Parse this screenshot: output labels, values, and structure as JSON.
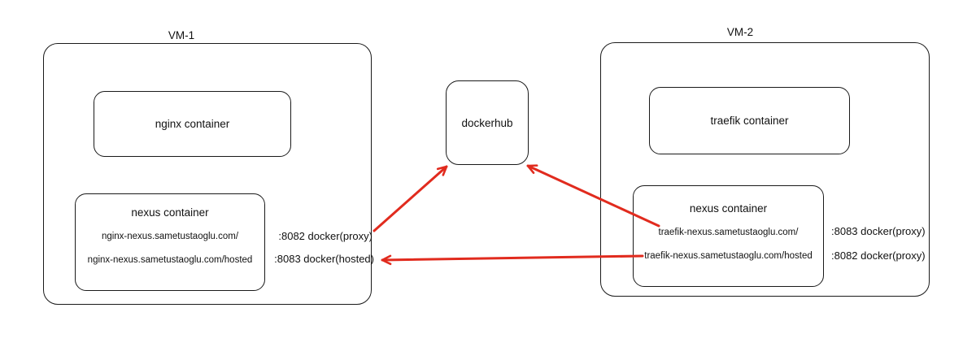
{
  "vm1": {
    "label": "VM-1",
    "nginx_container": {
      "label": "nginx container"
    },
    "nexus_container": {
      "label": "nexus container",
      "urls": [
        "nginx-nexus.sametustaoglu.com/",
        "nginx-nexus.sametustaoglu.com/hosted"
      ]
    },
    "ports": [
      ":8082 docker(proxy)",
      ":8083 docker(hosted)"
    ]
  },
  "hub": {
    "label": "dockerhub"
  },
  "vm2": {
    "label": "VM-2",
    "traefik_container": {
      "label": "traefik container"
    },
    "nexus_container": {
      "label": "nexus container",
      "urls": [
        "traefik-nexus.sametustaoglu.com/",
        "traefik-nexus.sametustaoglu.com/hosted"
      ]
    },
    "ports": [
      ":8083 docker(proxy)",
      ":8082 docker(proxy)"
    ]
  },
  "connections": [
    {
      "from": "vm1-nexus-8082-proxy",
      "to": "dockerhub"
    },
    {
      "from": "vm2-nexus-proxy",
      "to": "dockerhub"
    },
    {
      "from": "vm2-nexus-hosted",
      "to": "vm1-nexus-8083-hosted"
    }
  ],
  "colors": {
    "arrow": "#e12b1e",
    "border": "#1a1a1a",
    "background": "#ffffff",
    "text": "#111111"
  }
}
